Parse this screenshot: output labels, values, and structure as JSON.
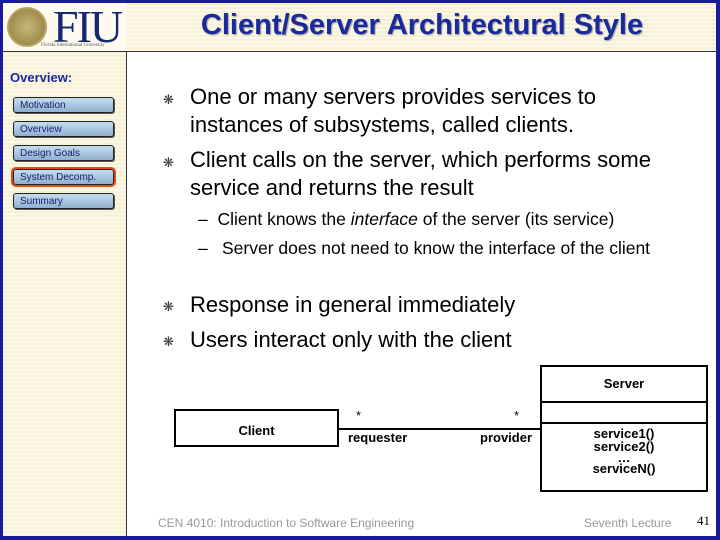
{
  "logo": {
    "text": "FIU",
    "subtext": "Florida International University"
  },
  "title": "Client/Server Architectural Style",
  "sidebar": {
    "heading": "Overview:",
    "items": [
      {
        "label": "Motivation"
      },
      {
        "label": "Overview"
      },
      {
        "label": "Design Goals"
      },
      {
        "label": "System Decomp.",
        "active": true
      },
      {
        "label": "Summary"
      }
    ]
  },
  "bullets": [
    "One or many servers provides services to instances of subsystems, called clients.",
    "Client calls on the server, which performs some service and returns the result"
  ],
  "subbullets": [
    {
      "dash": "–",
      "pre": "Client knows the ",
      "em": "interface",
      "post": " of the server (its service)"
    },
    {
      "dash": "–",
      "text": "Server does not need to know the interface of the client"
    }
  ],
  "bullets2": [
    "Response in general immediately",
    "Users interact only with the client"
  ],
  "diagram": {
    "client": "Client",
    "server": "Server",
    "mult_left": "*",
    "mult_right": "*",
    "role_left": "requester",
    "role_right": "provider",
    "ops": [
      "service1()",
      "service2()",
      "…",
      "serviceN()"
    ]
  },
  "footer": {
    "course": "CEN 4010: Introduction to Software Engineering",
    "lecture": "Seventh Lecture",
    "page": "41"
  },
  "colors": {
    "border": "#1a1a9c",
    "title": "#1a2a9c",
    "active_outline": "#e04a1a"
  }
}
